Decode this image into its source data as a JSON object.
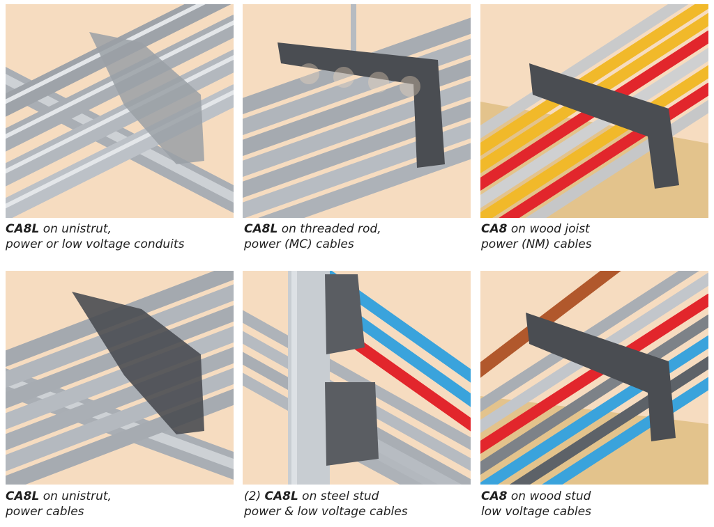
{
  "panels": [
    {
      "model": "CA8L",
      "prefix": "",
      "line1_rest": " on unistrut,",
      "line2": "power or low voltage conduits",
      "scene": "unistrut-conduits"
    },
    {
      "model": "CA8L",
      "prefix": "",
      "line1_rest": " on threaded rod,",
      "line2": "power (MC) cables",
      "scene": "threaded-rod-mc-cables"
    },
    {
      "model": "CA8",
      "prefix": "",
      "line1_rest": " on wood joist",
      "line2": "power (NM) cables",
      "scene": "wood-joist-nm-cables"
    },
    {
      "model": "CA8L",
      "prefix": "",
      "line1_rest": " on unistrut,",
      "line2": "power cables",
      "scene": "unistrut-power-cables"
    },
    {
      "model": "CA8L",
      "prefix": "(2) ",
      "line1_rest": " on steel stud",
      "line2": "power & low voltage cables",
      "scene": "steel-stud-cables"
    },
    {
      "model": "CA8",
      "prefix": "",
      "line1_rest": " on wood stud",
      "line2": "low voltage cables",
      "scene": "wood-stud-lv-cables"
    }
  ],
  "colors": {
    "background_peach": "#f6dcc0",
    "steel": "#b9bec4",
    "bracket": "#4a4d52",
    "yellow_cable": "#f1b92a",
    "red_cable": "#e2262c",
    "blue_cable": "#3aa3dc",
    "copper_cable": "#b1582c",
    "wood": "#e3c38c"
  }
}
